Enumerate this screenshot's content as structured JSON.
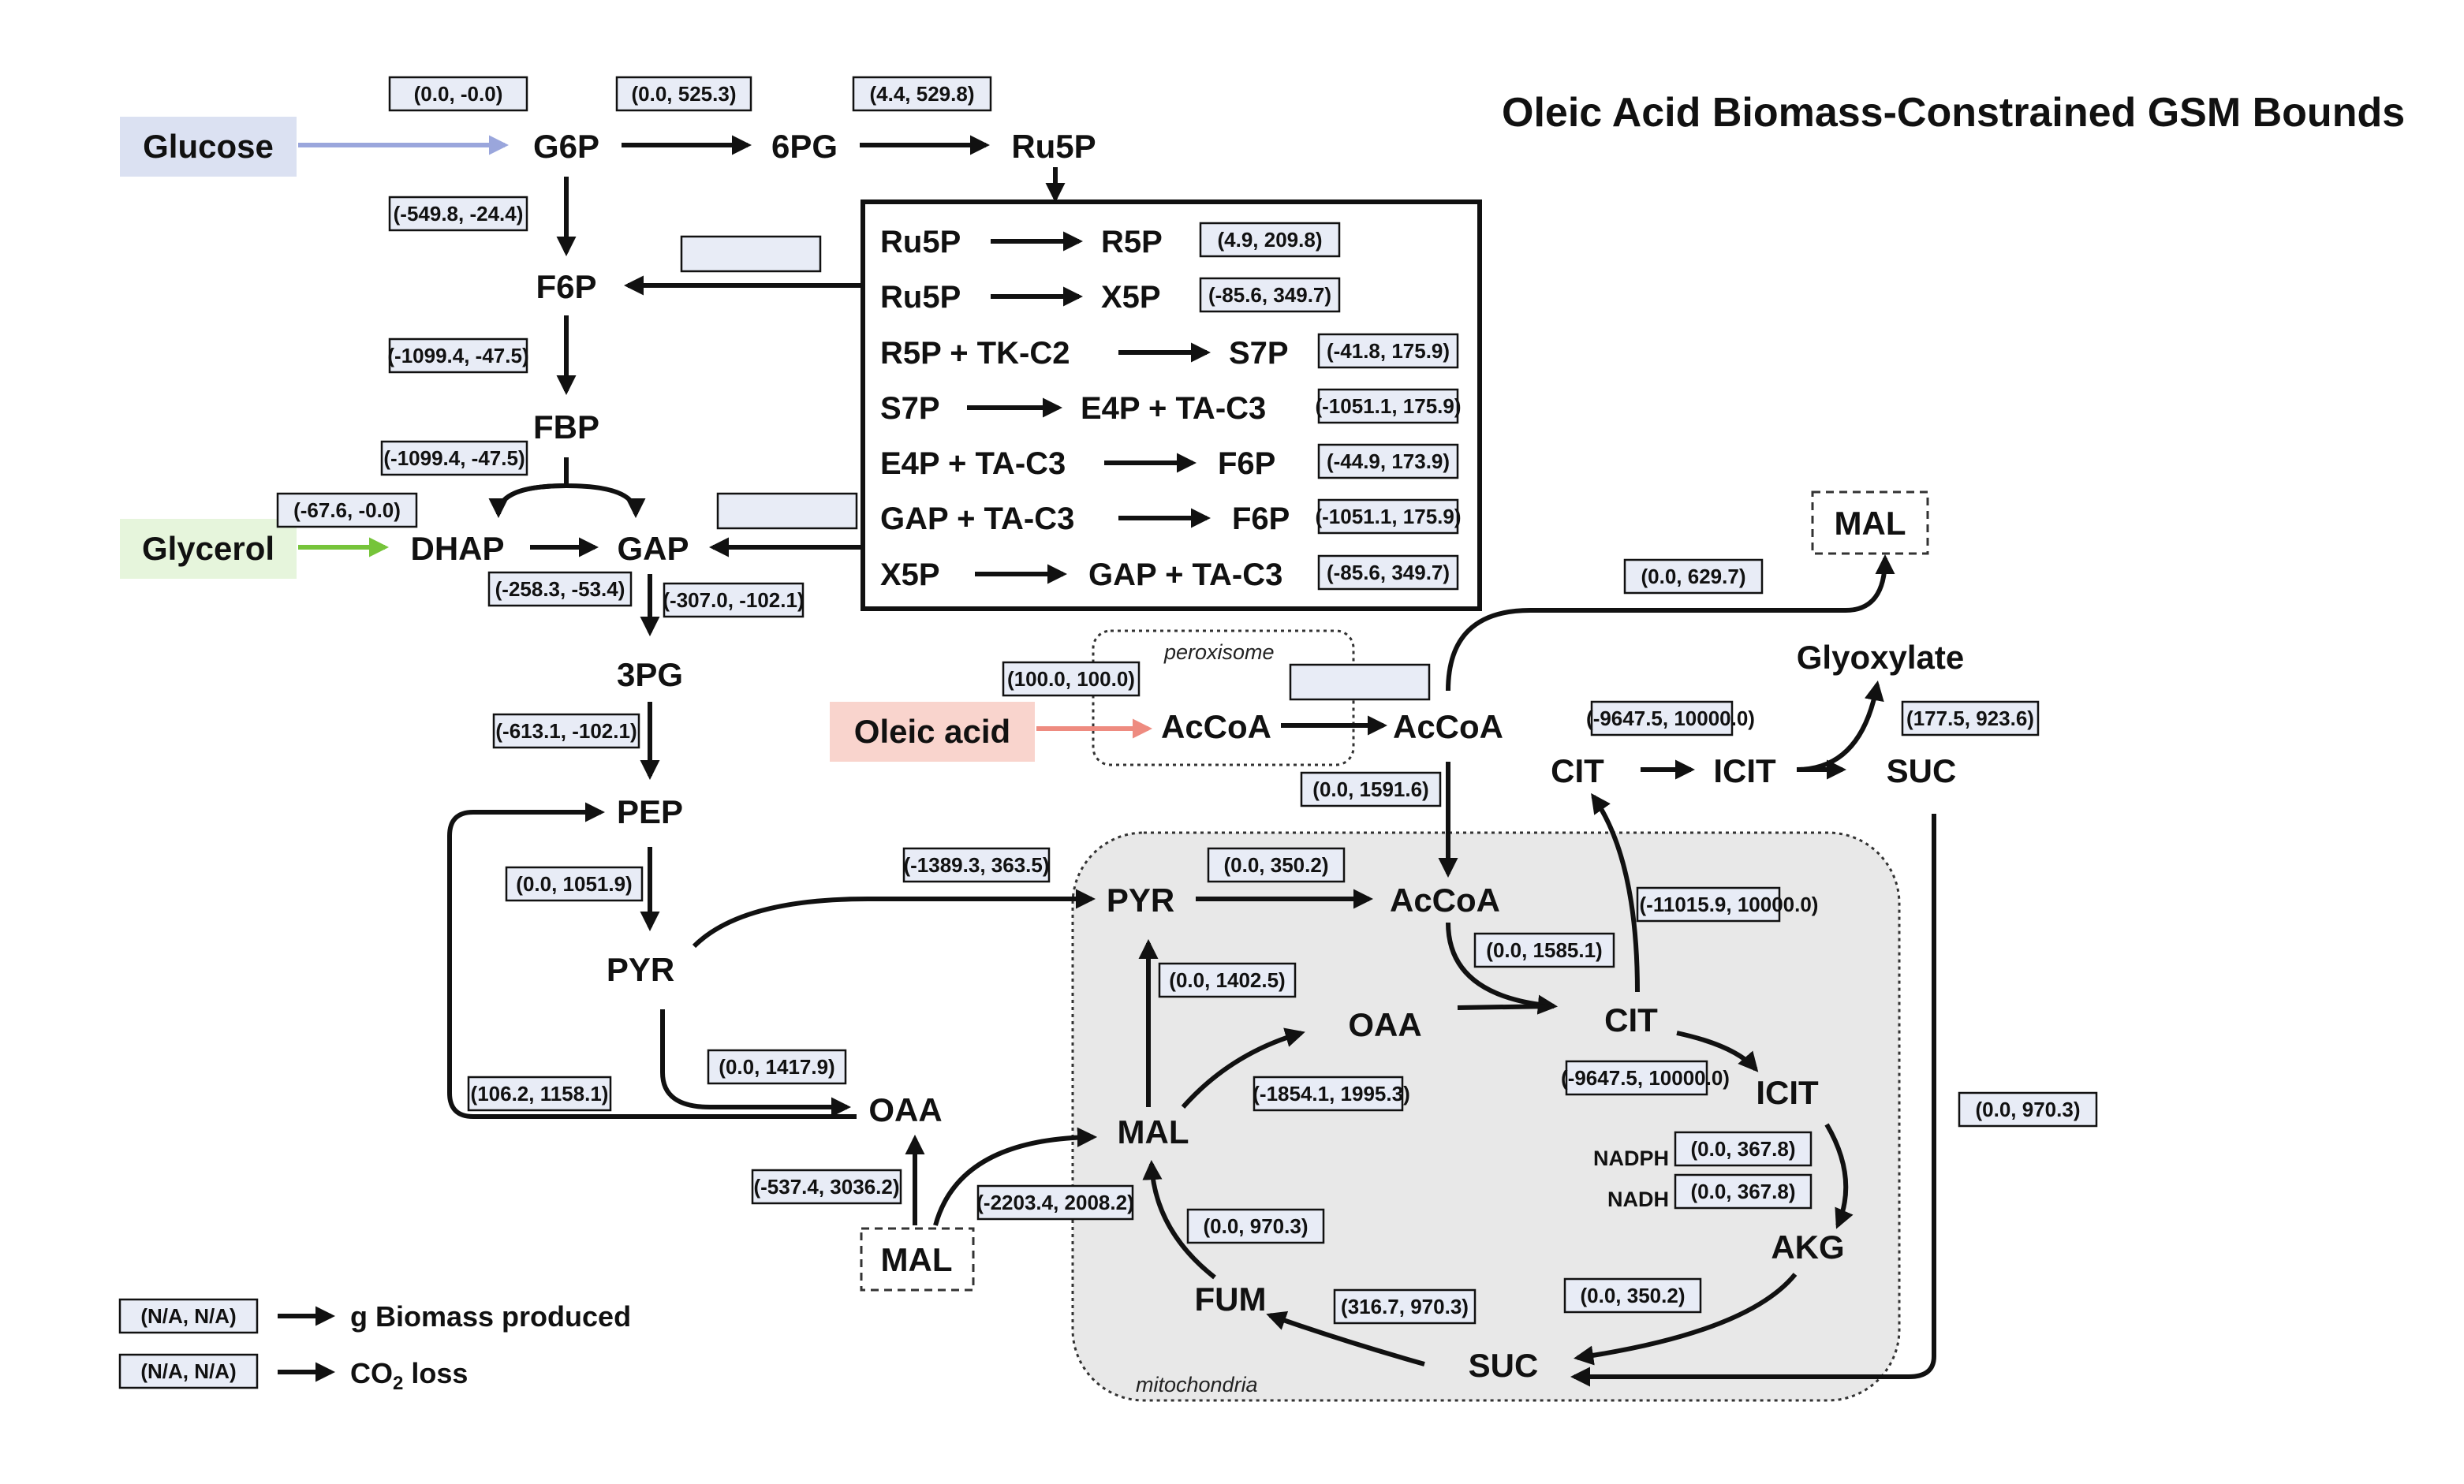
{
  "title": "Oleic Acid Biomass-Constrained GSM Bounds",
  "colors": {
    "glucose": "#dbe1f2",
    "glycerol": "#e6f5dc",
    "oleic": "#f9d4cd",
    "glucose_arrow": "#9aa6dc",
    "glycerol_arrow": "#76c43a",
    "oleic_arrow": "#ee8b80",
    "flux_box": "#e8ecf6",
    "mito": "#e8e8e8"
  },
  "substrates": {
    "glucose": "Glucose",
    "glycerol": "Glycerol",
    "oleic": "Oleic acid"
  },
  "compartments": {
    "peroxisome": "peroxisome",
    "mitochondria": "mitochondria"
  },
  "metabolites": {
    "g6p": "G6P",
    "pg6": "6PG",
    "ru5p": "Ru5P",
    "f6p": "F6P",
    "fbp": "FBP",
    "dhap": "DHAP",
    "gap": "GAP",
    "pg3": "3PG",
    "pep": "PEP",
    "pyr": "PYR",
    "oaa": "OAA",
    "mal_ext": "MAL",
    "acoa_cyt": "AcCoA",
    "acoa_perox": "AcCoA",
    "cit_cyt": "CIT",
    "icit_cyt": "ICIT",
    "suc_cyt": "SUC",
    "glyoxylate": "Glyoxylate",
    "mal_top": "MAL",
    "pyr_mito": "PYR",
    "acoa_mito": "AcCoA",
    "oaa_mito": "OAA",
    "cit_mito": "CIT",
    "icit_mito": "ICIT",
    "akg": "AKG",
    "suc_mito": "SUC",
    "fum": "FUM",
    "mal_mito": "MAL",
    "nadph": "NADPH",
    "nadh": "NADH"
  },
  "ppp": [
    {
      "lhs": "Ru5P",
      "rhs": "R5P",
      "flux": "(4.9, 209.8)"
    },
    {
      "lhs": "Ru5P",
      "rhs": "X5P",
      "flux": "(-85.6, 349.7)"
    },
    {
      "lhs": "R5P + TK-C2",
      "rhs": "S7P",
      "flux": "(-41.8, 175.9)"
    },
    {
      "lhs": "S7P",
      "rhs": "E4P + TA-C3",
      "flux": "(-1051.1, 175.9)"
    },
    {
      "lhs": "E4P + TA-C3",
      "rhs": "F6P",
      "flux": "(-44.9, 173.9)"
    },
    {
      "lhs": "GAP + TA-C3",
      "rhs": "F6P",
      "flux": "(-1051.1, 175.9)"
    },
    {
      "lhs": "X5P",
      "rhs": "GAP + TA-C3",
      "flux": "(-85.6, 349.7)"
    }
  ],
  "flux": {
    "glc_g6p": "(0.0, -0.0)",
    "g6p_6pg": "(0.0, 525.3)",
    "pg6_ru5p": "(4.4, 529.8)",
    "g6p_f6p": "(-549.8, -24.4)",
    "f6p_fbp": "(-1099.4, -47.5)",
    "fbp_split": "(-1099.4, -47.5)",
    "glycerol_dhap": "(-67.6, -0.0)",
    "dhap_gap": "(-258.3, -53.4)",
    "gap_3pg": "(-307.0, -102.1)",
    "pg3_pep": "(-613.1, -102.1)",
    "pep_pyr": "(0.0, 1051.9)",
    "pyr_transport": "(-1389.3, 363.5)",
    "pyr_oaa": "(0.0, 1417.9)",
    "oaa_pep": "(106.2, 1158.1)",
    "mal_oaa": "(-537.4, 3036.2)",
    "mal_transport": "(-2203.4, 2008.2)",
    "oleic_uptake": "(100.0, 100.0)",
    "acoa_transport": "(0.0, 1591.6)",
    "acoa_mal": "(0.0, 629.7)",
    "cit_icit_cyt": "(-9647.5, 10000.0)",
    "icit_suc": "(177.5, 923.6)",
    "cit_transport": "(-11015.9, 10000.0)",
    "pdh": "(0.0, 350.2)",
    "cs": "(0.0, 1585.1)",
    "mal_pyr": "(0.0, 1402.5)",
    "mdh": "(-1854.1, 1995.3)",
    "aco": "(-9647.5, 10000.0)",
    "idh_nadph": "(0.0, 367.8)",
    "idh_nadh": "(0.0, 367.8)",
    "akg_suc": "(0.0, 350.2)",
    "sdh": "(316.7, 970.3)",
    "fum_mal": "(0.0, 970.3)",
    "suc_transport": "(0.0, 970.3)"
  },
  "legend": [
    {
      "flux": "(N/A, N/A)",
      "label": "g Biomass produced"
    },
    {
      "flux": "(N/A, N/A)",
      "label": "CO",
      "sub": "2",
      "suffix": " loss"
    }
  ]
}
